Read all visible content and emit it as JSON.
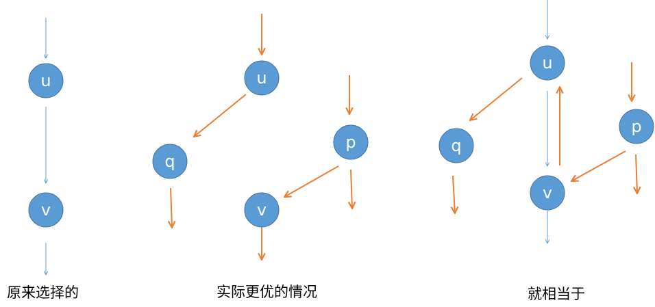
{
  "colors": {
    "node_fill": "#5B9BD5",
    "node_stroke": "#41719C",
    "blue_edge": "#5B9BD5",
    "orange_edge": "#ED7D31",
    "background": "#ffffff"
  },
  "panels": [
    {
      "caption": "原来选择的",
      "nodes": [
        {
          "id": "u",
          "label": "u"
        },
        {
          "id": "v",
          "label": "v"
        }
      ],
      "edges": [
        {
          "from": "in",
          "to": "u",
          "color": "blue"
        },
        {
          "from": "u",
          "to": "v",
          "color": "blue"
        },
        {
          "from": "v",
          "to": "out",
          "color": "blue"
        }
      ]
    },
    {
      "caption": "实际更优的情况",
      "nodes": [
        {
          "id": "u",
          "label": "u"
        },
        {
          "id": "q",
          "label": "q"
        },
        {
          "id": "p",
          "label": "p"
        },
        {
          "id": "v",
          "label": "v"
        }
      ],
      "edges": [
        {
          "from": "in",
          "to": "u",
          "color": "orange"
        },
        {
          "from": "u",
          "to": "q",
          "color": "orange"
        },
        {
          "from": "q",
          "to": "out",
          "color": "orange"
        },
        {
          "from": "in",
          "to": "p",
          "color": "orange"
        },
        {
          "from": "p",
          "to": "v",
          "color": "orange"
        },
        {
          "from": "p",
          "to": "out",
          "color": "orange"
        },
        {
          "from": "v",
          "to": "out",
          "color": "orange"
        }
      ]
    },
    {
      "caption": "就相当于",
      "nodes": [
        {
          "id": "u",
          "label": "u"
        },
        {
          "id": "q",
          "label": "q"
        },
        {
          "id": "p",
          "label": "p"
        },
        {
          "id": "v",
          "label": "v"
        }
      ],
      "edges": [
        {
          "from": "in",
          "to": "u",
          "color": "blue"
        },
        {
          "from": "u",
          "to": "q",
          "color": "orange"
        },
        {
          "from": "q",
          "to": "out",
          "color": "orange"
        },
        {
          "from": "u",
          "to": "v",
          "color": "blue"
        },
        {
          "from": "v",
          "to": "u",
          "color": "orange"
        },
        {
          "from": "in",
          "to": "p",
          "color": "orange"
        },
        {
          "from": "p",
          "to": "v",
          "color": "orange"
        },
        {
          "from": "p",
          "to": "out",
          "color": "orange"
        },
        {
          "from": "v",
          "to": "out",
          "color": "blue"
        }
      ]
    }
  ]
}
